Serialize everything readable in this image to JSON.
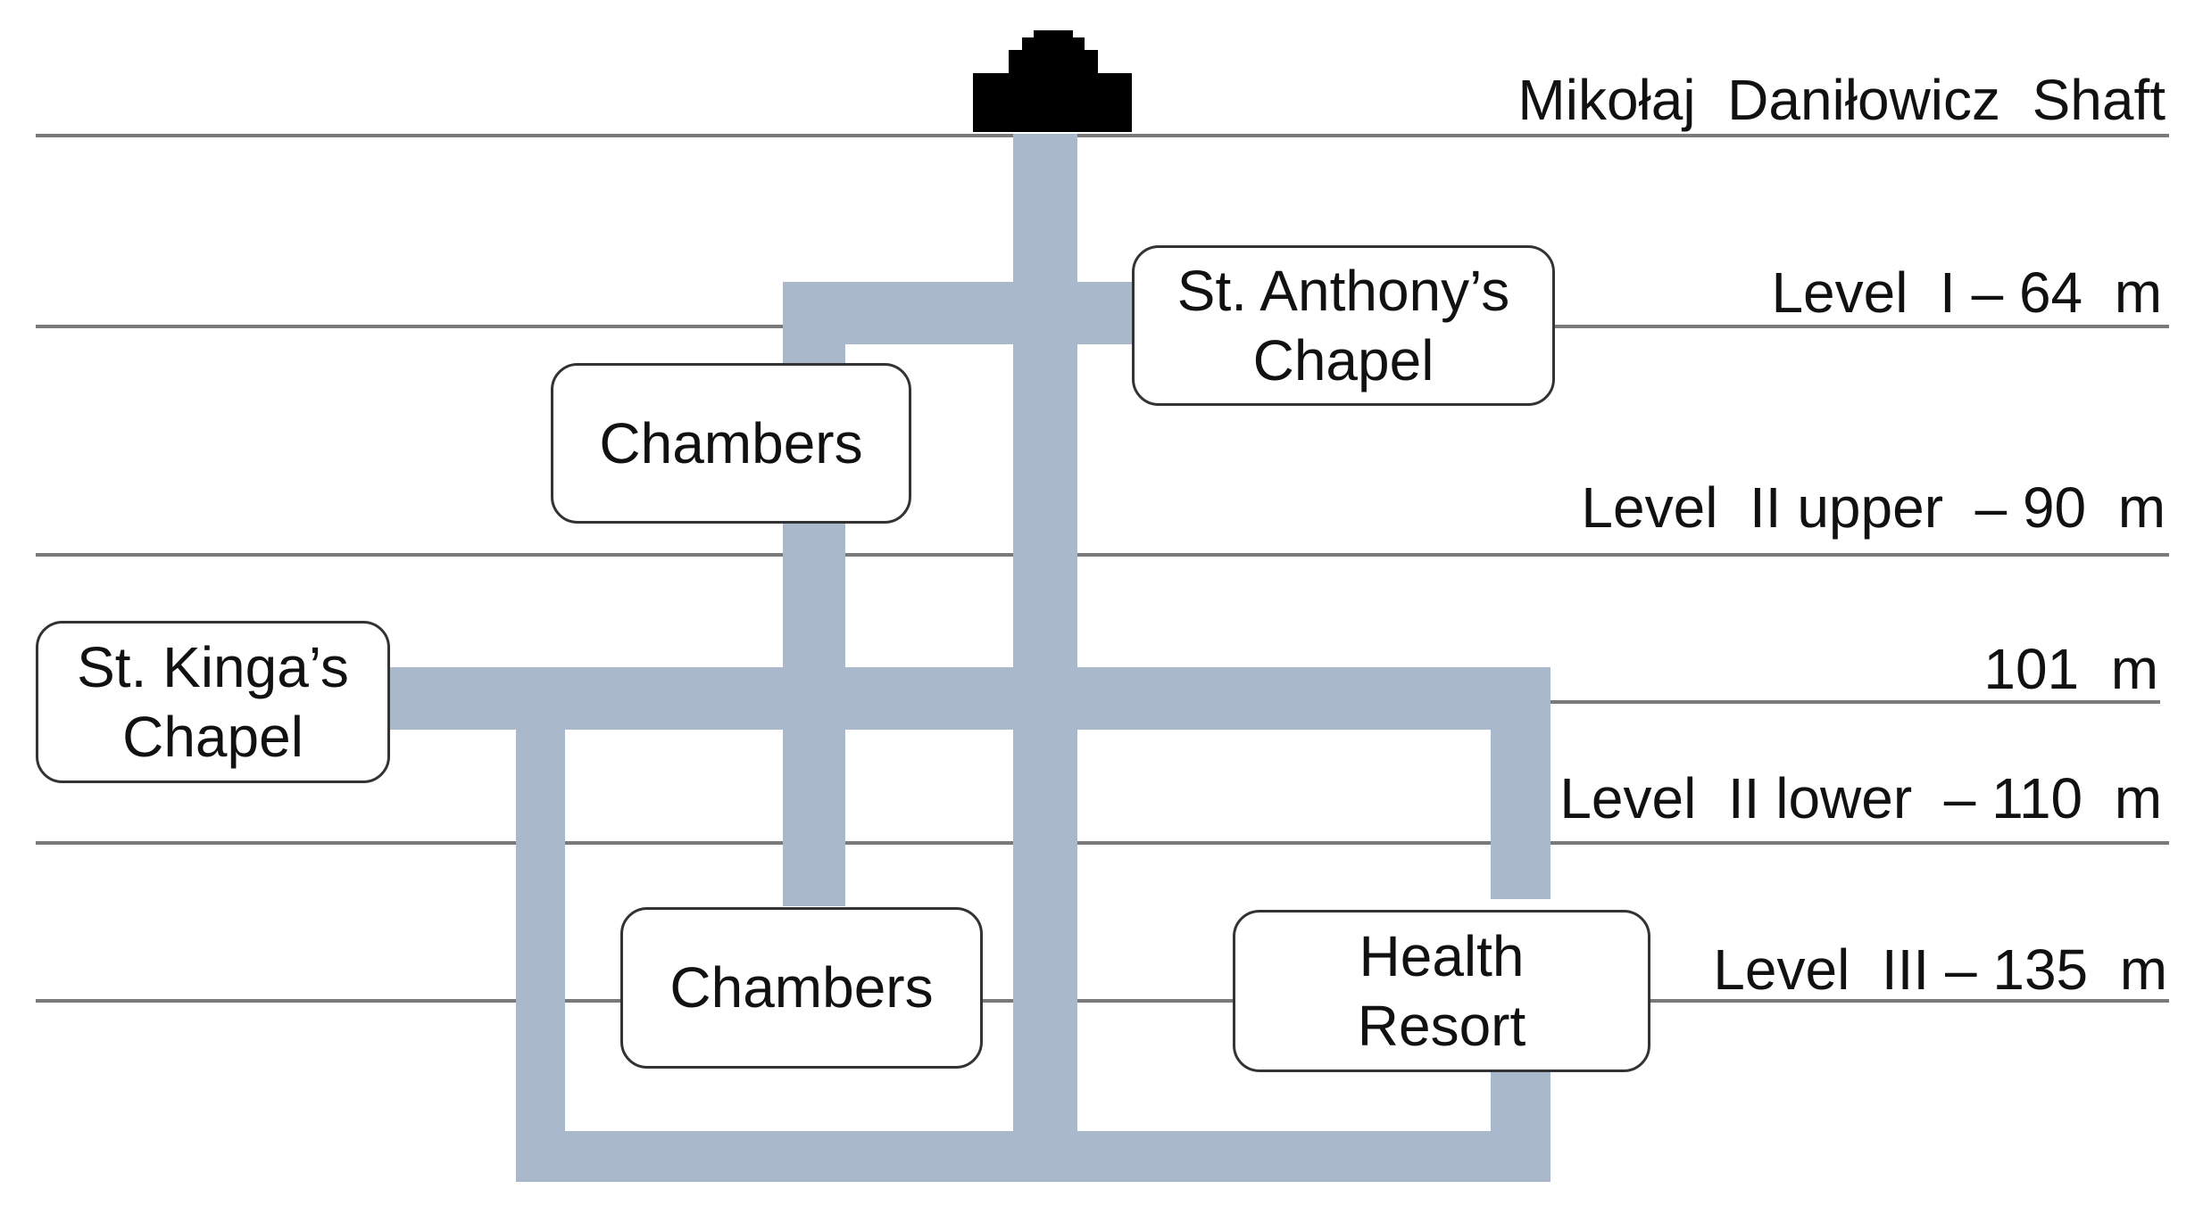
{
  "diagram": {
    "shaft_label": "Mikołaj  Daniłowicz  Shaft",
    "levels": [
      {
        "id": "level-1",
        "label": "Level  I – 64  m"
      },
      {
        "id": "level-2-upper",
        "label": "Level  II upper  – 90  m"
      },
      {
        "id": "level-101",
        "label": "101  m"
      },
      {
        "id": "level-2-lower",
        "label": "Level  II lower  – 110  m"
      },
      {
        "id": "level-3",
        "label": "Level  III – 135  m"
      }
    ],
    "boxes": {
      "st_anthony": {
        "line1": "St. Anthony’s",
        "line2": "Chapel"
      },
      "chambers_upper": {
        "line1": "Chambers"
      },
      "st_kinga": {
        "line1": "St. Kinga’s",
        "line2": "Chapel"
      },
      "chambers_lower": {
        "line1": "Chambers"
      },
      "health_resort": {
        "line1": "Health",
        "line2": "Resort"
      }
    },
    "colors": {
      "tunnel": "#aab8cc",
      "level_line": "#7a7a7a",
      "headframe": "#000000"
    }
  }
}
